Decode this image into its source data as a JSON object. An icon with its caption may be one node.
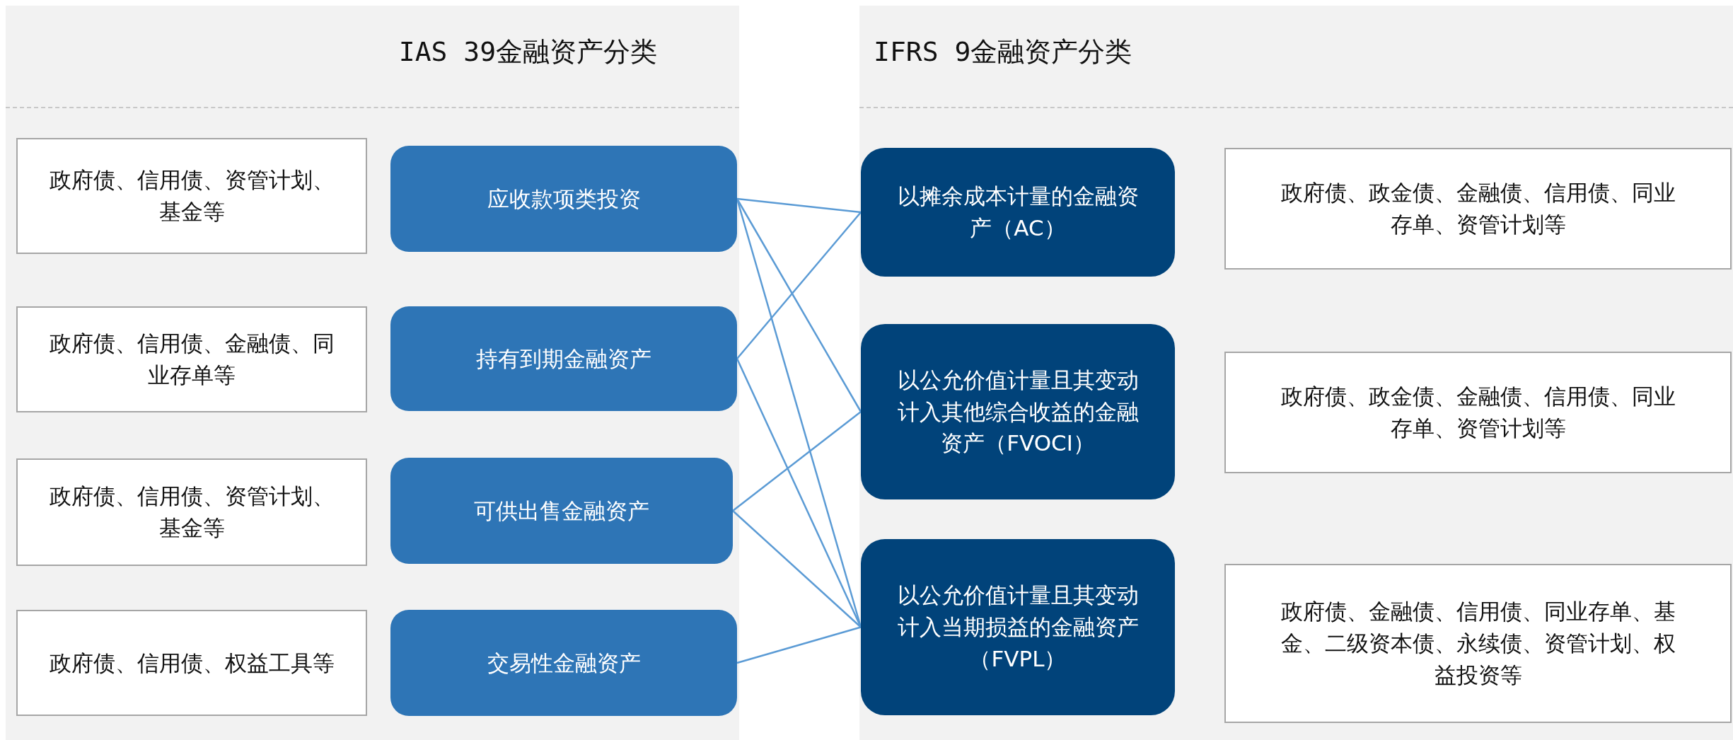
{
  "diagram": {
    "nodes": [
      {
        "text": [
          "IAS 39金融资产分类"
        ]
      },
      {
        "text": [
          "政府债、信用债、资管计划、基金等"
        ],
        "in": 0
      },
      {
        "text": [
          "应收款项类投资"
        ],
        "in": 0
      },
      {
        "text": [
          "政府债、信用债、金融债、同业存单等"
        ],
        "in": 0
      },
      {
        "text": [
          "持有到期金融资产"
        ],
        "in": 0
      },
      {
        "text": [
          "政府债、信用债、资管计划、基金等"
        ],
        "in": 0
      },
      {
        "text": [
          "可供出售金融资产"
        ],
        "in": 0
      },
      {
        "text": [
          "政府债、信用债、权益工具等"
        ],
        "in": 0
      },
      {
        "text": [
          "交易性金融资产"
        ],
        "in": 0
      },
      {
        "text": [
          "IFRS 9金融资产分类"
        ]
      },
      {
        "text": [
          "以摊余成本计量的金融资产（AC）"
        ],
        "in": 9
      },
      {
        "text": [
          "政府债、政金债、金融债、信用债、同业存单、资管计划等"
        ],
        "in": 9
      },
      {
        "text": [
          "以公允价值计量且其变动计入其他综合收益的金融资产（FVOCI）"
        ],
        "in": 9
      },
      {
        "text": [
          "政府债、政金债、金融债、信用债、同业存单、资管计划等"
        ],
        "in": 9
      },
      {
        "text": [
          "以公允价值计量且其变动计入当期损益的金融资产（FVPL）"
        ],
        "in": 9
      },
      {
        "text": [
          "政府债、金融债、信用债、同业存单、基金、二级资本债、永续债、资管计划、权益投资等"
        ],
        "in": 9
      }
    ],
    "edges": [
      {
        "from": 2,
        "to": 10,
        "arrow": "none"
      },
      {
        "from": 2,
        "to": 12,
        "arrow": "none"
      },
      {
        "from": 2,
        "to": 14,
        "arrow": "none"
      },
      {
        "from": 4,
        "to": 10,
        "arrow": "none"
      },
      {
        "from": 4,
        "to": 14,
        "arrow": "none"
      },
      {
        "from": 6,
        "to": 12,
        "arrow": "none"
      },
      {
        "from": 6,
        "to": 14,
        "arrow": "none"
      },
      {
        "from": 8,
        "to": 14,
        "arrow": "none"
      }
    ]
  }
}
